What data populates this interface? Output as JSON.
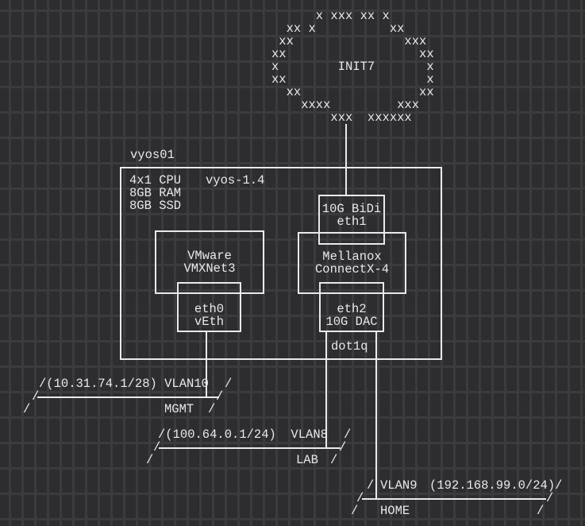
{
  "colors": {
    "background": "#2d2d2f",
    "grid": "#3b3b3d",
    "stroke": "#e9e9e9"
  },
  "glyphs": {
    "slash": "/"
  },
  "cloud": {
    "provider": "INIT7",
    "art": "      x xxx xx x\n  xx x          xx\n xx               xxx\nxx                  xx\nx        INIT7       x\nxx                   x\n  xx                xx\n    xxxx         xxx\n        xxx  xxxxxx"
  },
  "router": {
    "label": "vyos01",
    "specs": [
      "4x1 CPU",
      "8GB RAM",
      "8GB SSD"
    ],
    "version": "vyos-1.4",
    "trunk_label": "dot1q",
    "nics": {
      "bidi": {
        "line1": "10G BiDi",
        "line2": "eth1"
      },
      "vmware": {
        "line1": "VMware",
        "line2": "VMXNet3"
      },
      "mellanox": {
        "line1": "Mellanox",
        "line2": "ConnectX-4"
      },
      "eth0": {
        "line1": "eth0",
        "line2": "vEth"
      },
      "eth2": {
        "line1": "eth2",
        "line2": "10G DAC"
      }
    }
  },
  "networks": {
    "mgmt": {
      "address_vlan": "/(10.31.74.1/28) VLAN10",
      "name": "MGMT"
    },
    "lab": {
      "address_vlan": "/(100.64.0.1/24)  VLAN8",
      "name": "LAB"
    },
    "home": {
      "vlan": "VLAN9",
      "address": "(192.168.99.0/24)/",
      "name": "HOME"
    }
  }
}
